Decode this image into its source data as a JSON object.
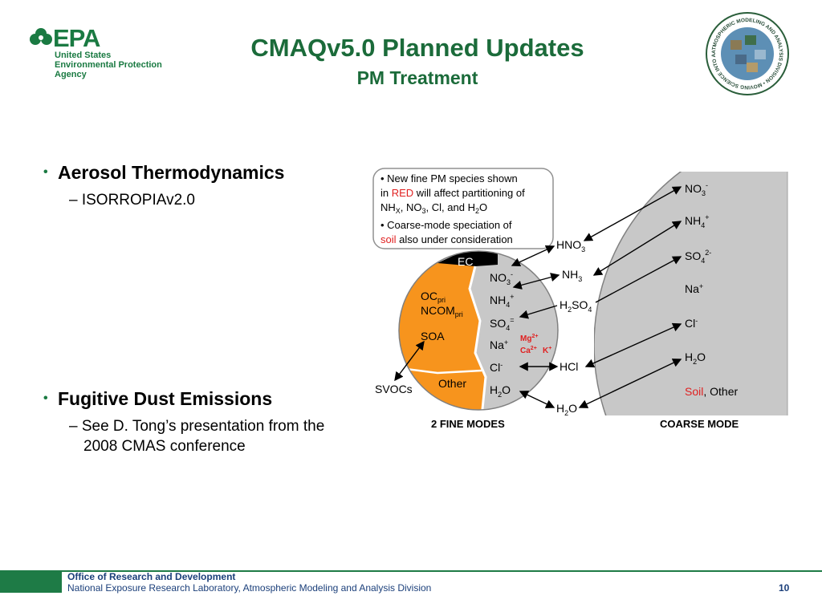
{
  "header": {
    "logo_wordmark": "EPA",
    "agency_line1": "United States",
    "agency_line2": "Environmental Protection",
    "agency_line3": "Agency",
    "title": "CMAQv5.0 Planned Updates",
    "subtitle": "PM Treatment",
    "seal_text": "ATMOSPHERIC MODELING AND ANALYSIS DIVISION • MOVING SCIENCE INTO APPLICATIONS •"
  },
  "bullets": [
    {
      "heading": "Aerosol Thermodynamics",
      "sub": [
        "– ISORROPIAv2.0"
      ]
    },
    {
      "heading": "Fugitive Dust Emissions",
      "sub": [
        "– See D. Tong’s presentation from the",
        "2008 CMAS conference"
      ]
    }
  ],
  "diagram": {
    "note": {
      "line1": "• New fine PM species shown",
      "line2_pre": "in ",
      "line2_red": "RED",
      "line2_post": " will affect partitioning of",
      "line3_nh": "NH",
      "line3_x": "X",
      "line3_no": ", NO",
      "line3_3": "3",
      "line3_rest": ", Cl, and H",
      "line3_2": "2",
      "line3_o": "O",
      "line4": "• Coarse-mode speciation of",
      "line5_red": "soil",
      "line5_post": " also under consideration"
    },
    "fine_label": "2 FINE MODES",
    "coarse_label": "COARSE MODE",
    "ec": "EC",
    "oc": "OC",
    "oc_sub": "pri",
    "ncom": "NCOM",
    "ncom_sub": "pri",
    "soa": "SOA",
    "other": "Other",
    "svocs": "SVOCs",
    "fine_species": {
      "no3": "NO",
      "no3_sub": "3",
      "no3_sup": "-",
      "nh4": "NH",
      "nh4_sub": "4",
      "nh4_sup": "+",
      "so4": "SO",
      "so4_sub": "4",
      "so4_sup": "=",
      "na": "Na",
      "na_sup": "+",
      "cl": "Cl",
      "cl_sup": "-",
      "h2o": "H",
      "h2o_sub": "2",
      "h2o_o": "O"
    },
    "new_species": {
      "mg": "Mg",
      "mg_sup": "2+",
      "ca": "Ca",
      "ca_sup": "2+",
      "k": "K",
      "k_sup": "+"
    },
    "gases": {
      "hno3": "HNO",
      "hno3_sub": "3",
      "nh3": "NH",
      "nh3_sub": "3",
      "h2so4_h": "H",
      "h2so4_2": "2",
      "h2so4_so": "SO",
      "h2so4_4": "4",
      "hcl": "HCl",
      "h2o_h": "H",
      "h2o_2": "2",
      "h2o_o": "O"
    },
    "coarse_species": {
      "no3": "NO",
      "no3_sub": "3",
      "no3_sup": "-",
      "nh4": "NH",
      "nh4_sub": "4",
      "nh4_sup": "+",
      "so4": "SO",
      "so4_sub": "4",
      "so4_sup": "2-",
      "na": "Na",
      "na_sup": "+",
      "cl": "Cl",
      "cl_sup": "-",
      "h2o_h": "H",
      "h2o_2": "2",
      "h2o_o": "O",
      "soil": "Soil",
      "other": ", Other"
    },
    "colors": {
      "red": "#e02020",
      "orange": "#f7941d",
      "gray": "#c8c8c8",
      "green": "#1b6b3a"
    }
  },
  "footer": {
    "org": "Office of Research and Development",
    "lab": "National Exposure Research Laboratory, Atmospheric Modeling and Analysis Division",
    "page": "10"
  }
}
